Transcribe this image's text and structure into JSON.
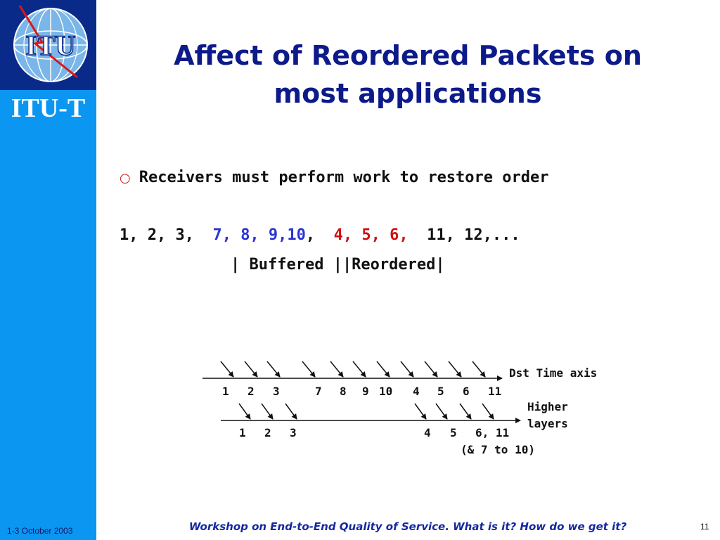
{
  "sidebar": {
    "logo_text": "ITU",
    "org_name": "ITU-T",
    "footer_date": "1-3 October 2003",
    "colors": {
      "background": "#0b96f2",
      "logo_top": "#0a2a8a"
    }
  },
  "slide": {
    "title_line1": "Affect of Reordered Packets on",
    "title_line2": "most applications",
    "bullet_icon": "circle-bullet",
    "bullet_text": "Receivers must perform work to restore order",
    "sequence": {
      "part1": "1, 2, 3,  ",
      "part2": "7, 8, 9,10",
      "part3": ",  ",
      "part4": "4, 5, 6,",
      "part5": "  11, 12,..."
    },
    "buffered_label": "| Buffered ||Reordered|",
    "colors": {
      "title": "#0d1a8a",
      "buffered_seq": "#2a34d8",
      "reordered_seq": "#d01010"
    }
  },
  "diagram": {
    "top_axis_label": "Dst Time axis",
    "top_numbers": [
      "1",
      "2",
      "3",
      "7",
      "8",
      "9",
      "10",
      "4",
      "5",
      "6",
      "11"
    ],
    "bottom_axis_label_line1": "Higher",
    "bottom_axis_label_line2": "layers",
    "bottom_numbers": [
      "1",
      "2",
      "3",
      "4",
      "5",
      "6, 11"
    ],
    "bottom_note": "(& 7 to 10)"
  },
  "footer": {
    "title": "Workshop on End-to-End Quality of Service. What is it? How do we get it?",
    "page_number": "11"
  }
}
